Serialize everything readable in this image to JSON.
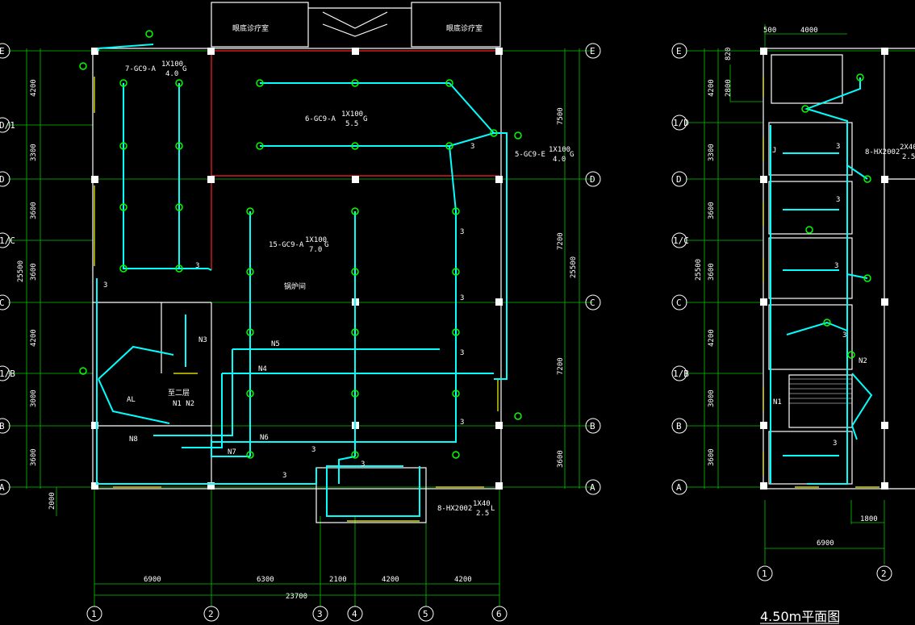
{
  "plan_left": {
    "rooms": {
      "top_left": "眼底诊疗室",
      "top_right": "眼底诊疗室",
      "hall": "锅炉间"
    },
    "circuits": {
      "c7": "7-GC9-A",
      "c7_num": "1X100",
      "c7_den": "4.0",
      "c7_g": "G",
      "c6": "6-GC9-A",
      "c6_num": "1X100",
      "c6_den": "5.5",
      "c6_g": "G",
      "c5": "5-GC9-E",
      "c5_num": "1X100",
      "c5_den": "4.0",
      "c5_g": "G",
      "c15": "15-GC9-A",
      "c15_num": "1X100",
      "c15_den": "7.0",
      "c15_g": "G",
      "c8": "8-HX2002",
      "c8_num": "1X40",
      "c8_den": "2.5",
      "c8_l": "L"
    },
    "nodes": {
      "n5": "N5",
      "n4": "N4",
      "n6": "N6",
      "n7": "N7",
      "n8": "N8",
      "n3": "N3",
      "n1n2": "N1 N2",
      "al": "AL",
      "stair": "至二层"
    },
    "three": "3",
    "axis_rows": [
      "E",
      "D/1",
      "D",
      "1/C",
      "C",
      "1/B",
      "B",
      "A"
    ],
    "axis_rows_right": [
      "E",
      "D",
      "C",
      "B",
      "A"
    ],
    "axis_cols": [
      "1",
      "2",
      "3",
      "4",
      "5",
      "6"
    ],
    "left_dims": [
      "4200",
      "3300",
      "3600",
      "3600",
      "4200",
      "3000",
      "3600"
    ],
    "left_total": "25500",
    "right_dims": [
      "7500",
      "7200",
      "7200",
      "3600"
    ],
    "right_total": "25500",
    "bottom_dims": [
      "6900",
      "6300",
      "2100",
      "4200",
      "4200"
    ],
    "bottom_total": "23700",
    "bottom_small": "2000"
  },
  "plan_right": {
    "title": "4.50m平面图",
    "axis_rows": [
      "E",
      "1/D",
      "D",
      "1/C",
      "C",
      "1/B",
      "B",
      "A"
    ],
    "axis_cols": [
      "1",
      "2"
    ],
    "top_dims": [
      "500",
      "4000"
    ],
    "left_dims": [
      "4200",
      "3300",
      "3600",
      "3600",
      "4200",
      "3000",
      "3600"
    ],
    "left_total": "25500",
    "small_dims": [
      "820",
      "2800"
    ],
    "bottom_dims": [
      "1800",
      "6900"
    ],
    "circuit": "8-HX2002",
    "circuit_num": "2X40",
    "circuit_den": "2.5",
    "nodes": {
      "n2": "N2",
      "n1": "N1",
      "j": "J"
    },
    "three": "3"
  }
}
